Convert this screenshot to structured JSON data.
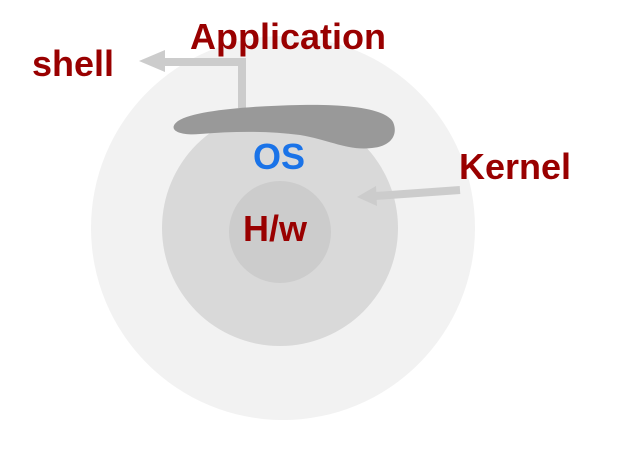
{
  "labels": {
    "application": "Application",
    "shell": "shell",
    "kernel": "Kernel",
    "os": "OS",
    "hardware": "H/w"
  },
  "colors": {
    "dark_red": "#990000",
    "blue": "#1a73e8",
    "outer_ring": "#f2f2f2",
    "middle_ring": "#d9d9d9",
    "inner_core": "#cccccc",
    "shell_band": "#999999",
    "arrow": "#cccccc"
  }
}
